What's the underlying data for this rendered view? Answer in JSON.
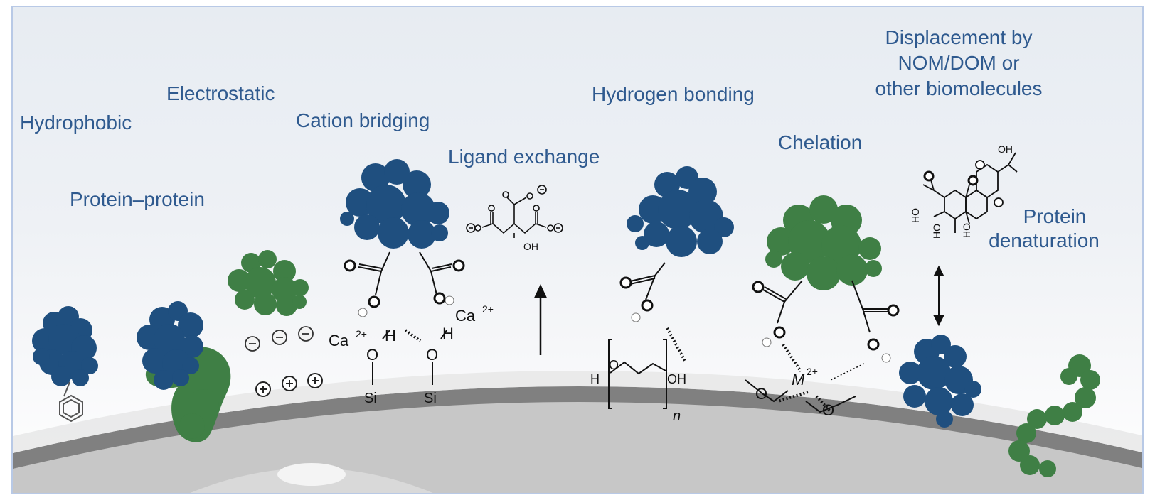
{
  "labels": {
    "hydrophobic": "Hydrophobic",
    "electrostatic": "Electrostatic",
    "cation_bridging": "Cation bridging",
    "protein_protein": "Protein–protein",
    "ligand_exchange": "Ligand exchange",
    "hydrogen_bonding": "Hydrogen bonding",
    "chelation": "Chelation",
    "displacement_line1": "Displacement by",
    "displacement_line2": "NOM/DOM or",
    "displacement_line3": "other biomolecules",
    "denaturation_line1": "Protein",
    "denaturation_line2": "denaturation"
  },
  "chem": {
    "ca_left": "Ca",
    "ca_right": "Ca",
    "ca_charge": "2+",
    "h": "H",
    "o": "O",
    "si": "Si",
    "oh": "OH",
    "n": "n",
    "m": "M",
    "m_charge": "2+",
    "ho": "HO"
  },
  "colors": {
    "blue_protein": "#1f4f7f",
    "green_protein": "#3f7f45",
    "label_blue": "#2f5a8f",
    "surface": "#7a7a7a"
  }
}
